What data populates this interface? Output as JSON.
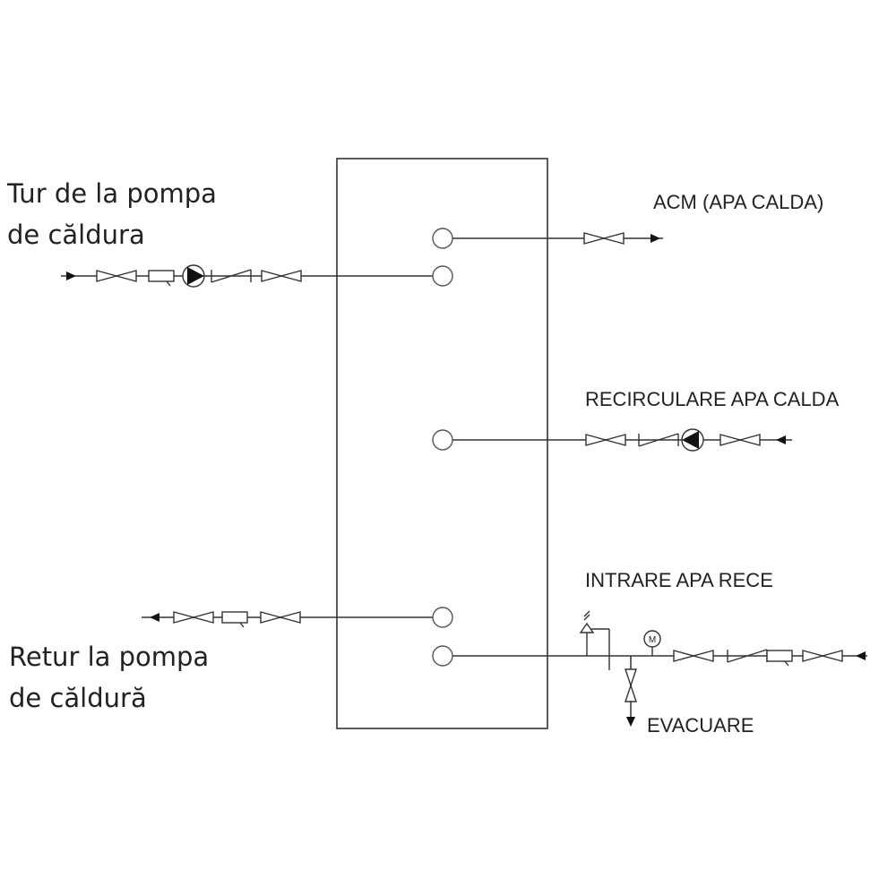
{
  "labels": {
    "supply_line1": "Tur de la pompa",
    "supply_line2": "de căldura",
    "return_line1": "Retur la pompa",
    "return_line2": "de căldură",
    "hot_water": "ACM (APA CALDA)",
    "recirculation": "RECIRCULARE APA CALDA",
    "cold_inlet": "INTRARE APA RECE",
    "drain": "EVACUARE"
  },
  "meter_symbol": "M",
  "colors": {
    "line": "#333333",
    "text": "#222222",
    "background": "#ffffff"
  },
  "icons": [
    "ball-valve-icon",
    "strainer-icon",
    "pump-icon",
    "check-valve-icon",
    "flow-arrow-icon",
    "safety-valve-icon",
    "manometer-icon",
    "port-circle-icon"
  ]
}
